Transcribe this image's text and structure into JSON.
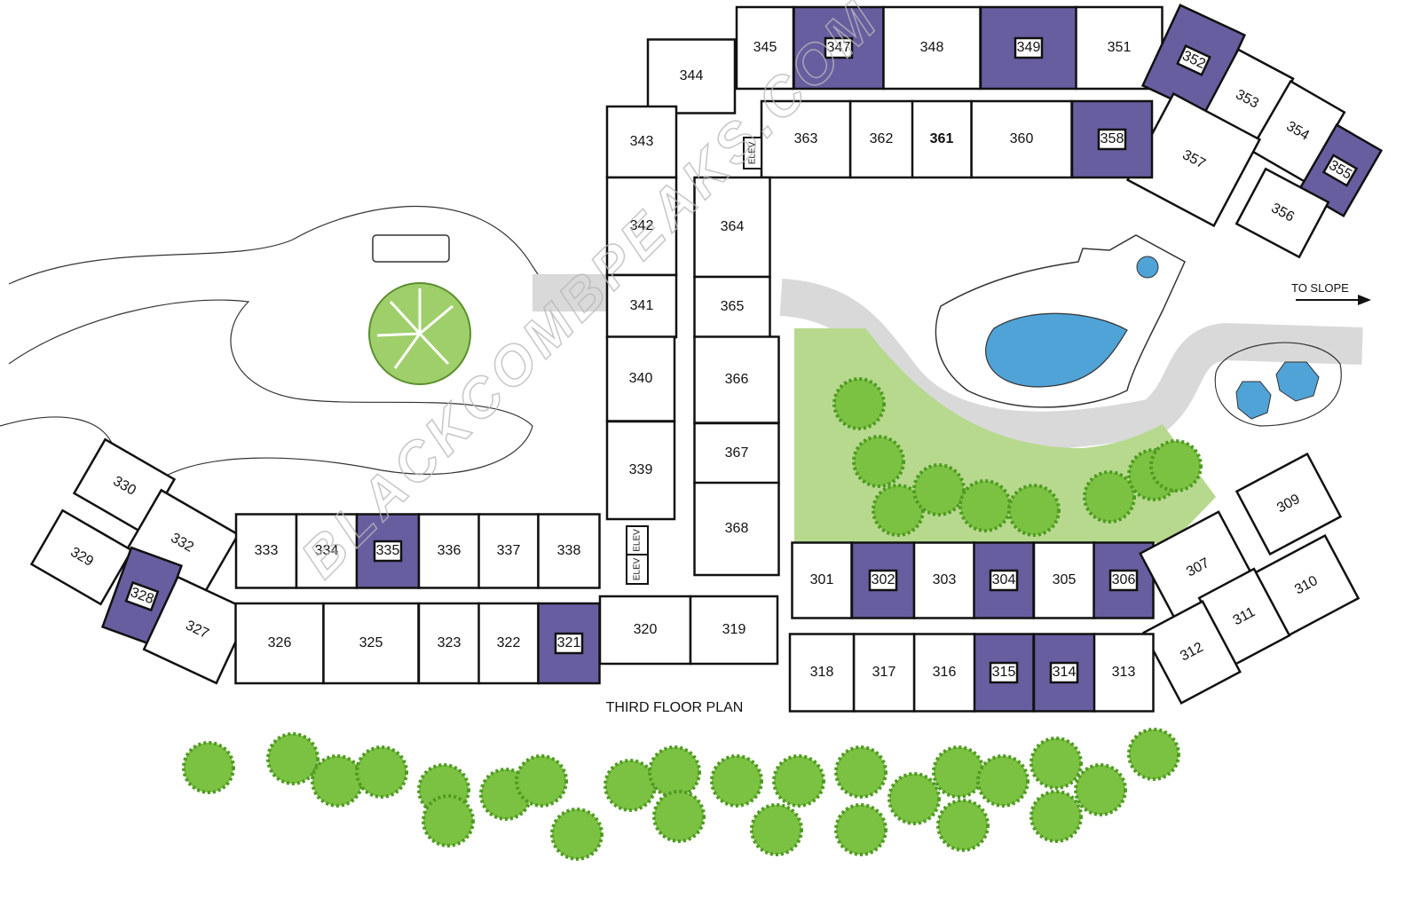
{
  "title": "THIRD FLOOR PLAN",
  "direction_label": "TO SLOPE",
  "watermark": "BLACKCOMBPEAKS.COM",
  "elevator_label": "ELEV",
  "colors": {
    "highlighted_unit": "#675ea0",
    "unit": "#ffffff",
    "lawn": "#b7d98e",
    "trees": "#7cc242",
    "pool": "#50a3d6",
    "paving": "#dcdcdc"
  },
  "units": [
    {
      "number": "344",
      "highlighted": false
    },
    {
      "number": "345",
      "highlighted": false
    },
    {
      "number": "347",
      "highlighted": true
    },
    {
      "number": "348",
      "highlighted": false
    },
    {
      "number": "349",
      "highlighted": true
    },
    {
      "number": "351",
      "highlighted": false
    },
    {
      "number": "352",
      "highlighted": true
    },
    {
      "number": "353",
      "highlighted": false
    },
    {
      "number": "354",
      "highlighted": false
    },
    {
      "number": "355",
      "highlighted": true
    },
    {
      "number": "356",
      "highlighted": false
    },
    {
      "number": "357",
      "highlighted": false
    },
    {
      "number": "358",
      "highlighted": true
    },
    {
      "number": "360",
      "highlighted": false
    },
    {
      "number": "361",
      "highlighted": false
    },
    {
      "number": "362",
      "highlighted": false
    },
    {
      "number": "363",
      "highlighted": false
    },
    {
      "number": "343",
      "highlighted": false
    },
    {
      "number": "342",
      "highlighted": false
    },
    {
      "number": "341",
      "highlighted": false
    },
    {
      "number": "340",
      "highlighted": false
    },
    {
      "number": "339",
      "highlighted": false
    },
    {
      "number": "364",
      "highlighted": false
    },
    {
      "number": "365",
      "highlighted": false
    },
    {
      "number": "366",
      "highlighted": false
    },
    {
      "number": "367",
      "highlighted": false
    },
    {
      "number": "368",
      "highlighted": false
    },
    {
      "number": "330",
      "highlighted": false
    },
    {
      "number": "332",
      "highlighted": false
    },
    {
      "number": "329",
      "highlighted": false
    },
    {
      "number": "328",
      "highlighted": true
    },
    {
      "number": "327",
      "highlighted": false
    },
    {
      "number": "333",
      "highlighted": false
    },
    {
      "number": "334",
      "highlighted": false
    },
    {
      "number": "335",
      "highlighted": true
    },
    {
      "number": "336",
      "highlighted": false
    },
    {
      "number": "337",
      "highlighted": false
    },
    {
      "number": "338",
      "highlighted": false
    },
    {
      "number": "326",
      "highlighted": false
    },
    {
      "number": "325",
      "highlighted": false
    },
    {
      "number": "323",
      "highlighted": false
    },
    {
      "number": "322",
      "highlighted": false
    },
    {
      "number": "321",
      "highlighted": true
    },
    {
      "number": "320",
      "highlighted": false
    },
    {
      "number": "319",
      "highlighted": false
    },
    {
      "number": "301",
      "highlighted": false
    },
    {
      "number": "302",
      "highlighted": true
    },
    {
      "number": "303",
      "highlighted": false
    },
    {
      "number": "304",
      "highlighted": true
    },
    {
      "number": "305",
      "highlighted": false
    },
    {
      "number": "306",
      "highlighted": true
    },
    {
      "number": "307",
      "highlighted": false
    },
    {
      "number": "309",
      "highlighted": false
    },
    {
      "number": "310",
      "highlighted": false
    },
    {
      "number": "311",
      "highlighted": false
    },
    {
      "number": "312",
      "highlighted": false
    },
    {
      "number": "313",
      "highlighted": false
    },
    {
      "number": "314",
      "highlighted": true
    },
    {
      "number": "315",
      "highlighted": true
    },
    {
      "number": "316",
      "highlighted": false
    },
    {
      "number": "317",
      "highlighted": false
    },
    {
      "number": "318",
      "highlighted": false
    }
  ]
}
